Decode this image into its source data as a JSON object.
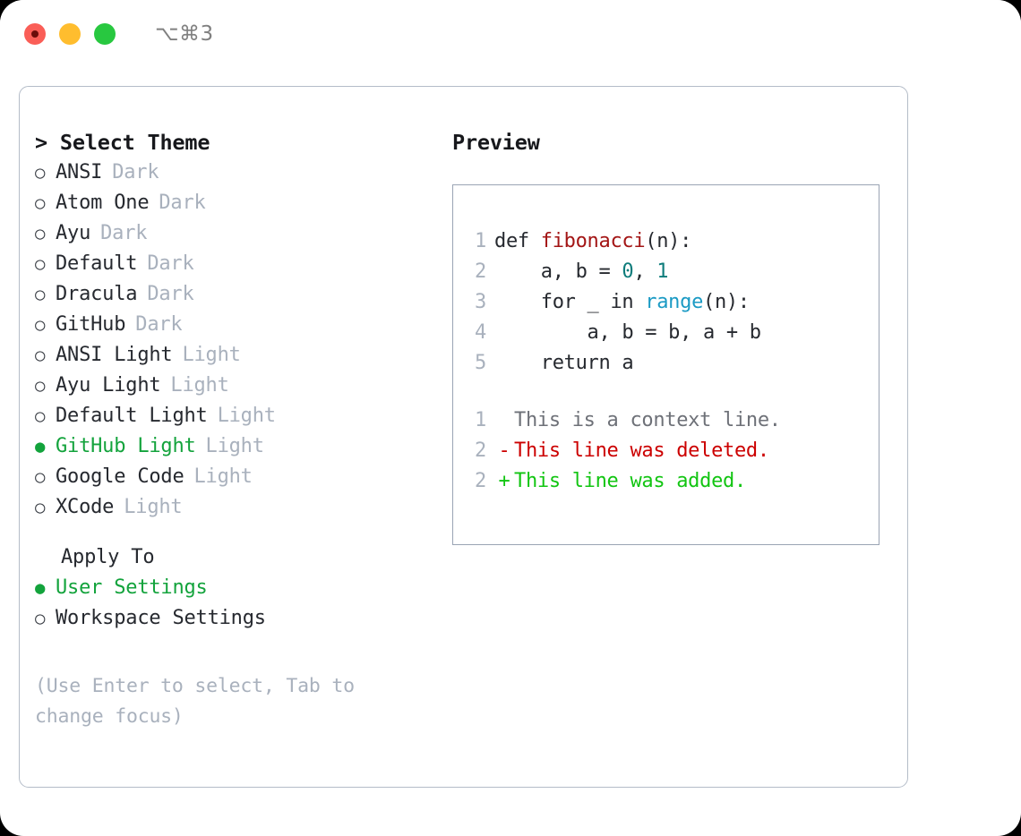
{
  "titlebar": {
    "shortcut": "⌥⌘3",
    "lights": [
      {
        "name": "close",
        "color": "#fa5e57"
      },
      {
        "name": "minimize",
        "color": "#ffbd2e"
      },
      {
        "name": "maximize",
        "color": "#28c840"
      }
    ]
  },
  "accent": {
    "green": "#13a33c",
    "muted": "#a9b1bd",
    "text": "#26292f"
  },
  "left": {
    "heading": "> Select Theme",
    "themes": [
      {
        "bullet": "○",
        "name": "ANSI",
        "variant": "Dark",
        "selected": false
      },
      {
        "bullet": "○",
        "name": "Atom One",
        "variant": "Dark",
        "selected": false
      },
      {
        "bullet": "○",
        "name": "Ayu",
        "variant": "Dark",
        "selected": false
      },
      {
        "bullet": "○",
        "name": "Default",
        "variant": "Dark",
        "selected": false
      },
      {
        "bullet": "○",
        "name": "Dracula",
        "variant": "Dark",
        "selected": false
      },
      {
        "bullet": "○",
        "name": "GitHub",
        "variant": "Dark",
        "selected": false
      },
      {
        "bullet": "○",
        "name": "ANSI Light",
        "variant": "Light",
        "selected": false
      },
      {
        "bullet": "○",
        "name": "Ayu Light",
        "variant": "Light",
        "selected": false
      },
      {
        "bullet": "○",
        "name": "Default Light",
        "variant": "Light",
        "selected": false
      },
      {
        "bullet": "●",
        "name": "GitHub Light",
        "variant": "Light",
        "selected": true
      },
      {
        "bullet": "○",
        "name": "Google Code",
        "variant": "Light",
        "selected": false
      },
      {
        "bullet": "○",
        "name": "XCode",
        "variant": "Light",
        "selected": false
      }
    ],
    "apply_to_label": "Apply To",
    "apply_to_options": [
      {
        "bullet": "●",
        "name": "User Settings",
        "selected": true
      },
      {
        "bullet": "○",
        "name": "Workspace Settings",
        "selected": false
      }
    ],
    "hint": "(Use Enter to select, Tab to change focus)"
  },
  "right": {
    "title": "Preview",
    "code_lines": [
      {
        "no": "1",
        "gutter": "",
        "tokens": [
          {
            "t": "def ",
            "c": "code-text"
          },
          {
            "t": "fibonacci",
            "c": "tok-fn"
          },
          {
            "t": "(n):",
            "c": "code-text"
          }
        ]
      },
      {
        "no": "2",
        "gutter": "",
        "tokens": [
          {
            "t": "    a, b = ",
            "c": "code-text"
          },
          {
            "t": "0",
            "c": "tok-num"
          },
          {
            "t": ", ",
            "c": "code-text"
          },
          {
            "t": "1",
            "c": "tok-num"
          }
        ]
      },
      {
        "no": "3",
        "gutter": "",
        "tokens": [
          {
            "t": "    for _ in ",
            "c": "code-text"
          },
          {
            "t": "range",
            "c": "tok-call"
          },
          {
            "t": "(n):",
            "c": "code-text"
          }
        ]
      },
      {
        "no": "4",
        "gutter": "",
        "tokens": [
          {
            "t": "        a, b = b, a + b",
            "c": "code-text"
          }
        ]
      },
      {
        "no": "5",
        "gutter": "",
        "tokens": [
          {
            "t": "    return a",
            "c": "code-text"
          }
        ]
      }
    ],
    "diff_lines": [
      {
        "no": "1",
        "gutter": "",
        "text": "This is a context line.",
        "cls": "diff-ctx"
      },
      {
        "no": "2",
        "gutter": "-",
        "text": "This line was deleted.",
        "cls": "diff-del"
      },
      {
        "no": "2",
        "gutter": "+",
        "text": "This line was added.",
        "cls": "diff-add"
      }
    ]
  }
}
